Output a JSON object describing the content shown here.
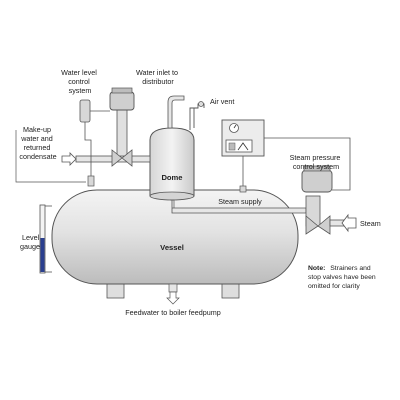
{
  "labels": {
    "water_level_control": [
      "Water level",
      "control",
      "system"
    ],
    "water_inlet": [
      "Water inlet to",
      "distributor"
    ],
    "air_vent": "Air vent",
    "makeup_water": [
      "Make-up",
      "water and",
      "returned",
      "condensate"
    ],
    "dome": "Dome",
    "steam_pressure_control": [
      "Steam pressure",
      "control system"
    ],
    "steam_supply": "Steam supply",
    "steam": "Steam",
    "level_gauge": [
      "Level",
      "gauge"
    ],
    "vessel": "Vessel",
    "note_title": "Note:",
    "note_lines": [
      "Strainers and",
      "stop valves have been",
      "omitted for clarity"
    ],
    "feedwater": "Feedwater to boiler feedpump"
  },
  "colors": {
    "vessel_fill": "#dcdcdc",
    "pipe_fill": "#e6e6e6",
    "outline": "#555555",
    "water_level": "#2a3f8f",
    "arrow": "#ffffff"
  }
}
